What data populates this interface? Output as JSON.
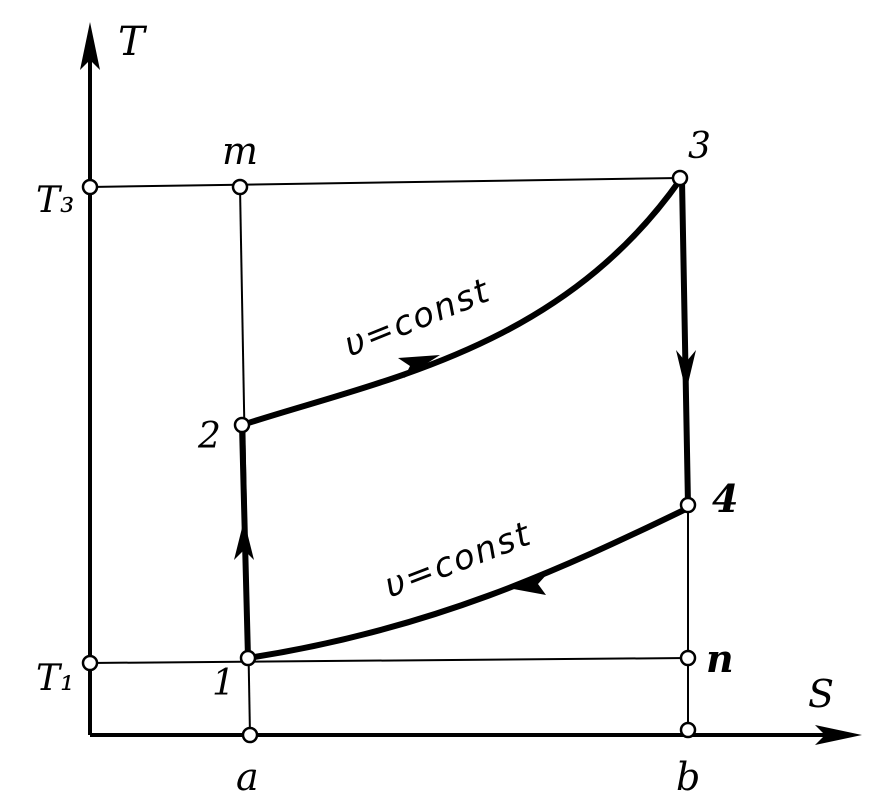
{
  "axes": {
    "y_label": "T",
    "x_label": "S"
  },
  "temperature_labels": {
    "t3": "T₃",
    "t1": "T₁"
  },
  "points": {
    "m": "m",
    "p3": "3",
    "p2": "2",
    "p4": "4",
    "p1": "1",
    "n": "n",
    "a": "a",
    "b": "b"
  },
  "curves": {
    "upper": "υ=const",
    "lower": "υ=const"
  }
}
